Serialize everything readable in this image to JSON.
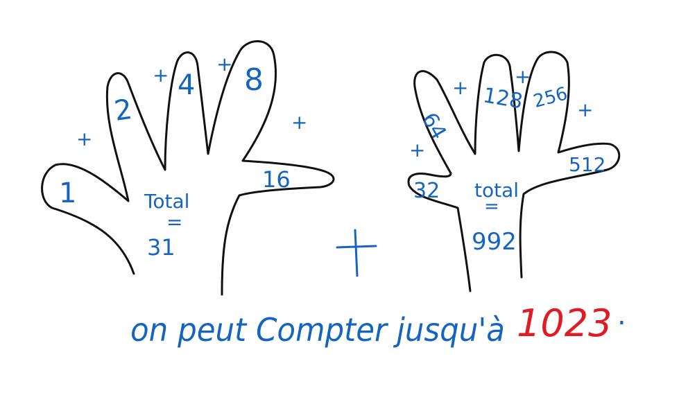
{
  "colors": {
    "ink": "#1565c0",
    "outline": "#111111",
    "highlight": "#e01b24",
    "background": "#ffffff"
  },
  "left_hand": {
    "fingers": [
      "1",
      "2",
      "4",
      "8",
      "16"
    ],
    "plus_signs": [
      "+",
      "+",
      "+",
      "+"
    ],
    "total_label": "Total",
    "equals": "=",
    "total_value": "31"
  },
  "right_hand": {
    "fingers": [
      "32",
      "64",
      "128",
      "256",
      "512"
    ],
    "plus_signs": [
      "+",
      "+",
      "+",
      "+"
    ],
    "total_label": "total",
    "equals": "=",
    "total_value": "992"
  },
  "combine_sign": "+",
  "caption": {
    "text": "on peut Compter jusqu'à",
    "result": "1023",
    "period": "."
  }
}
